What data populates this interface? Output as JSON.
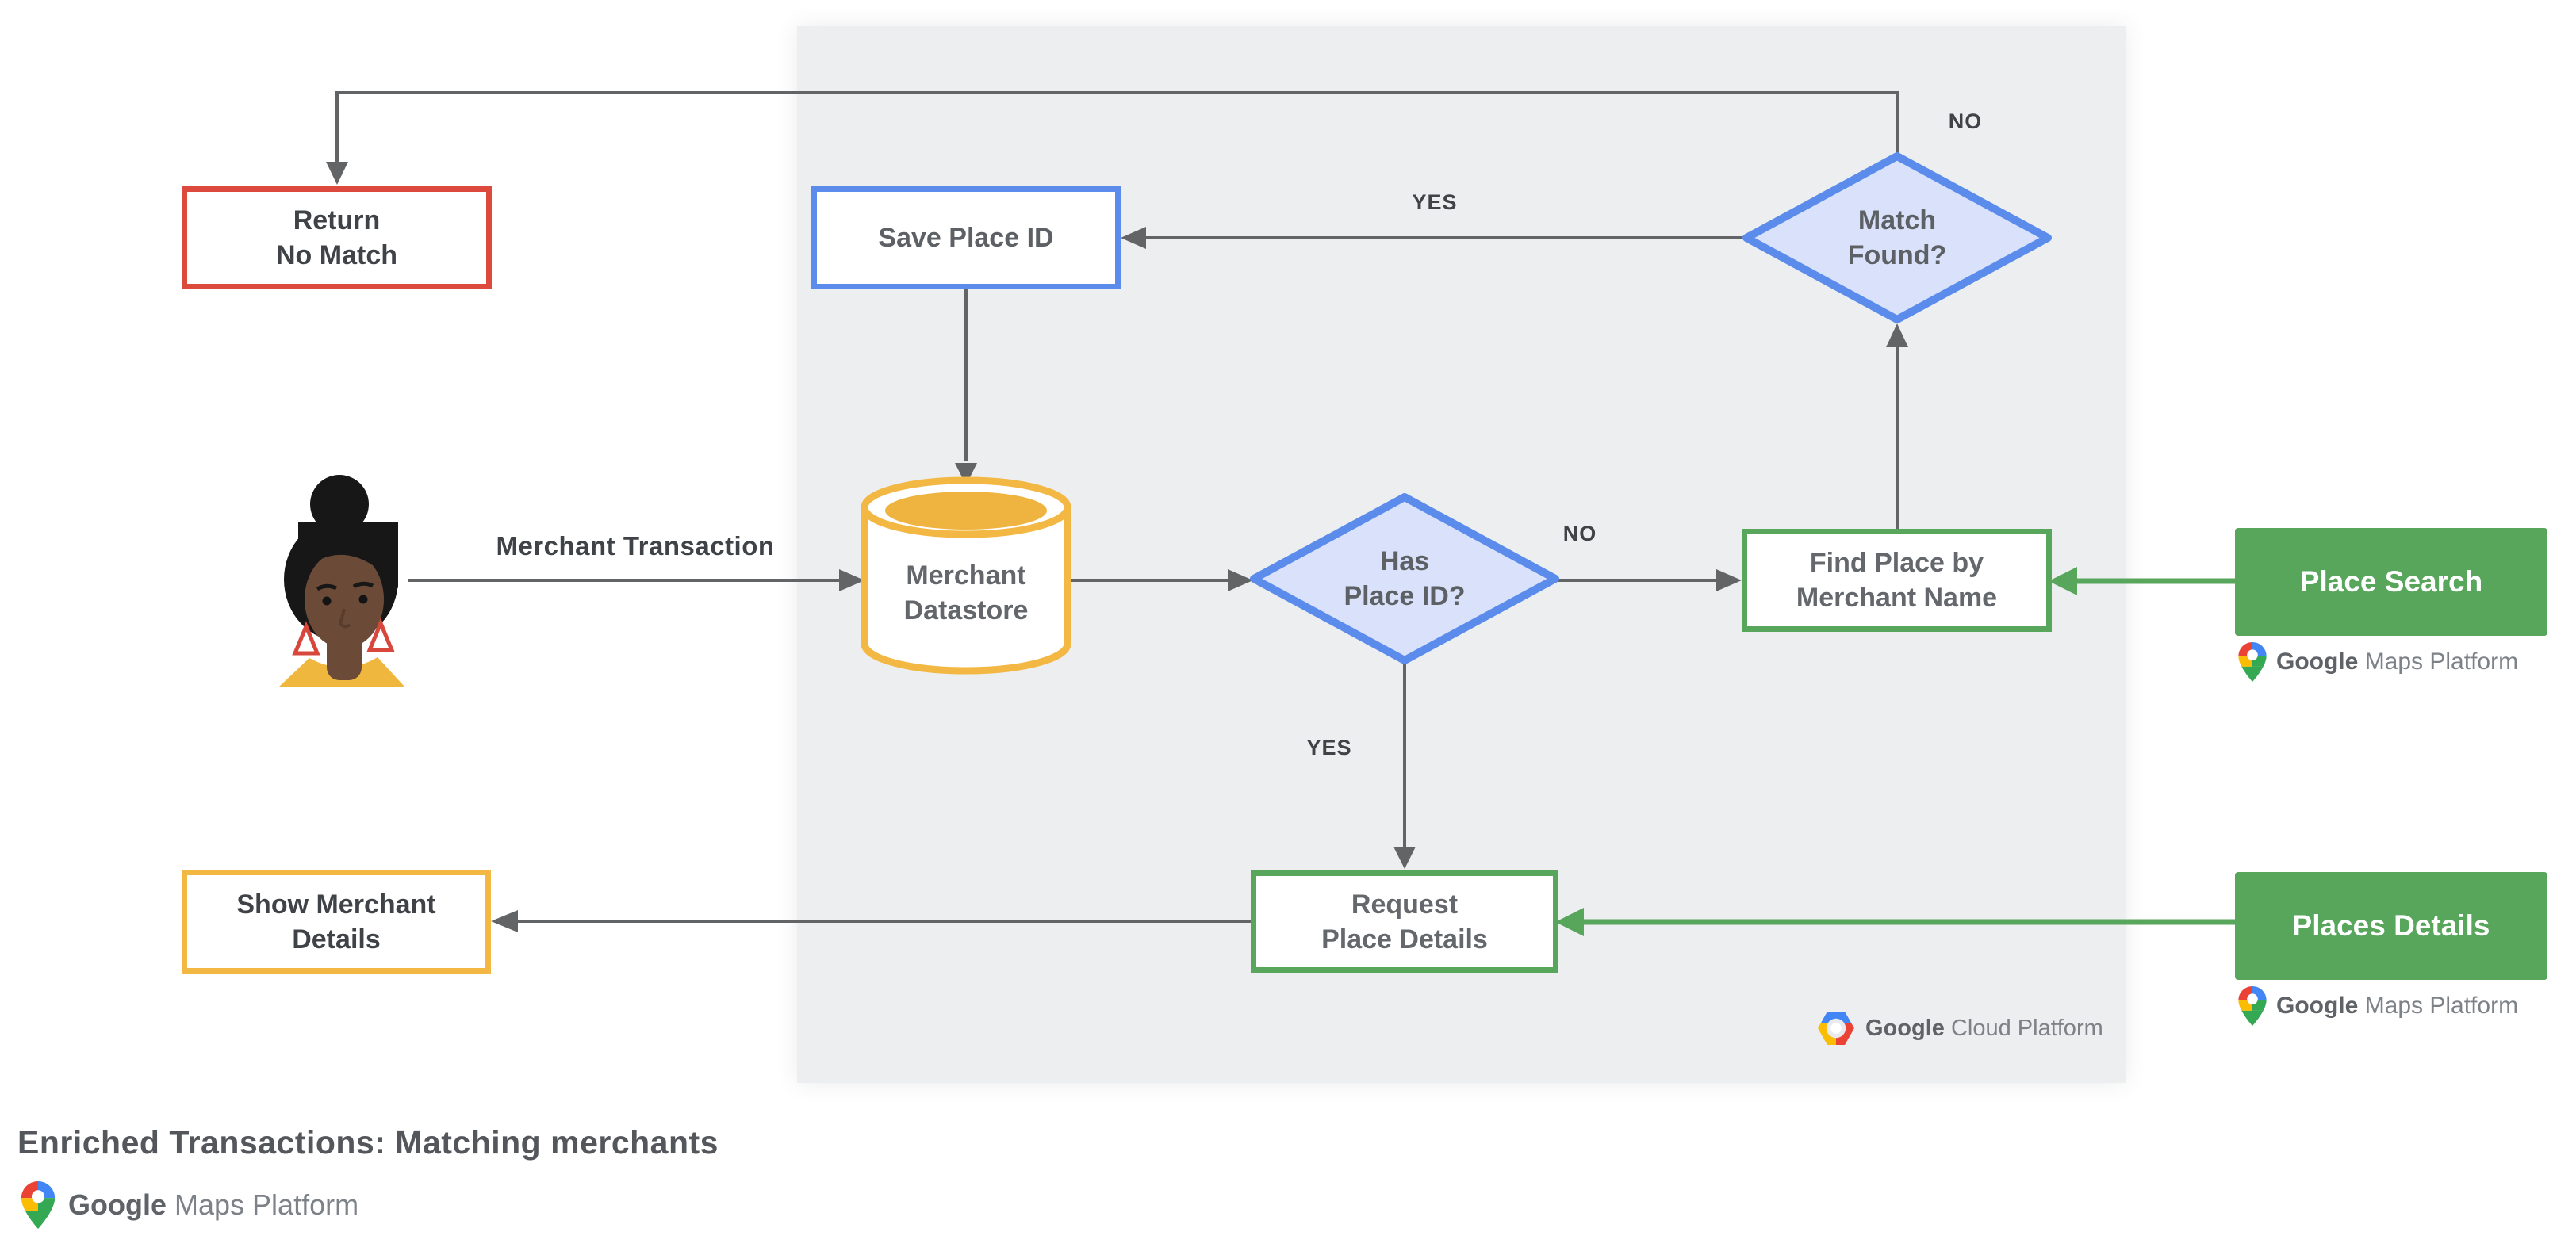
{
  "title": "Enriched Transactions: Matching merchants",
  "panel_logo": {
    "google": "Google",
    "product": "Cloud Platform"
  },
  "maps_logo": {
    "google": "Google",
    "product": "Maps Platform"
  },
  "nodes": {
    "return_no_match": {
      "line1": "Return",
      "line2": "No Match"
    },
    "save_place_id": {
      "line1": "Save Place ID"
    },
    "match_found": {
      "line1": "Match",
      "line2": "Found?"
    },
    "merchant_datastore": {
      "line1": "Merchant",
      "line2": "Datastore"
    },
    "has_place_id": {
      "line1": "Has",
      "line2": "Place ID?"
    },
    "find_place_by_merchant_name": {
      "line1": "Find Place by",
      "line2": "Merchant Name"
    },
    "place_search": {
      "line1": "Place Search"
    },
    "request_place_details": {
      "line1": "Request",
      "line2": "Place Details"
    },
    "show_merchant_details": {
      "line1": "Show Merchant",
      "line2": "Details"
    },
    "places_details": {
      "line1": "Places Details"
    }
  },
  "edge_labels": {
    "merchant_transaction": "Merchant Transaction",
    "match_found_yes": "YES",
    "match_found_no": "NO",
    "has_place_id_yes": "YES",
    "has_place_id_no": "NO"
  },
  "colors": {
    "red_border": "#DB4A3C",
    "blue_border": "#5B8CEC",
    "diamond_fill": "#D9E2FA",
    "yellow": "#F3B843",
    "green": "#58A55C",
    "panel_background": "#EDEEEF",
    "connector_gray": "#636466"
  }
}
